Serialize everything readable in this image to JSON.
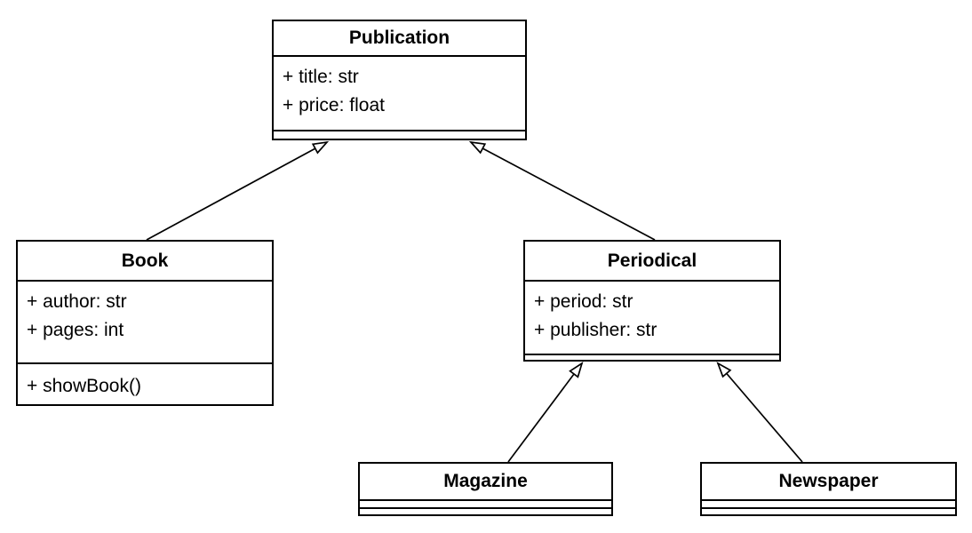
{
  "diagram": {
    "type": "uml-class-diagram",
    "colors": {
      "background": "#ffffff",
      "box_fill": "#ffffff",
      "line": "#000000",
      "text": "#000000"
    },
    "classes": [
      {
        "name": "Publication",
        "attributes": [
          "+ title: str",
          "+ price: float"
        ],
        "methods": []
      },
      {
        "name": "Book",
        "attributes": [
          "+ author: str",
          "+ pages: int"
        ],
        "methods": [
          "+ showBook()"
        ]
      },
      {
        "name": "Periodical",
        "attributes": [
          "+ period: str",
          "+ publisher: str"
        ],
        "methods": []
      },
      {
        "name": "Magazine",
        "attributes": [],
        "methods": []
      },
      {
        "name": "Newspaper",
        "attributes": [],
        "methods": []
      }
    ],
    "relations": [
      {
        "type": "generalization",
        "from": "Book",
        "to": "Publication"
      },
      {
        "type": "generalization",
        "from": "Periodical",
        "to": "Publication"
      },
      {
        "type": "generalization",
        "from": "Magazine",
        "to": "Periodical"
      },
      {
        "type": "generalization",
        "from": "Newspaper",
        "to": "Periodical"
      }
    ]
  }
}
